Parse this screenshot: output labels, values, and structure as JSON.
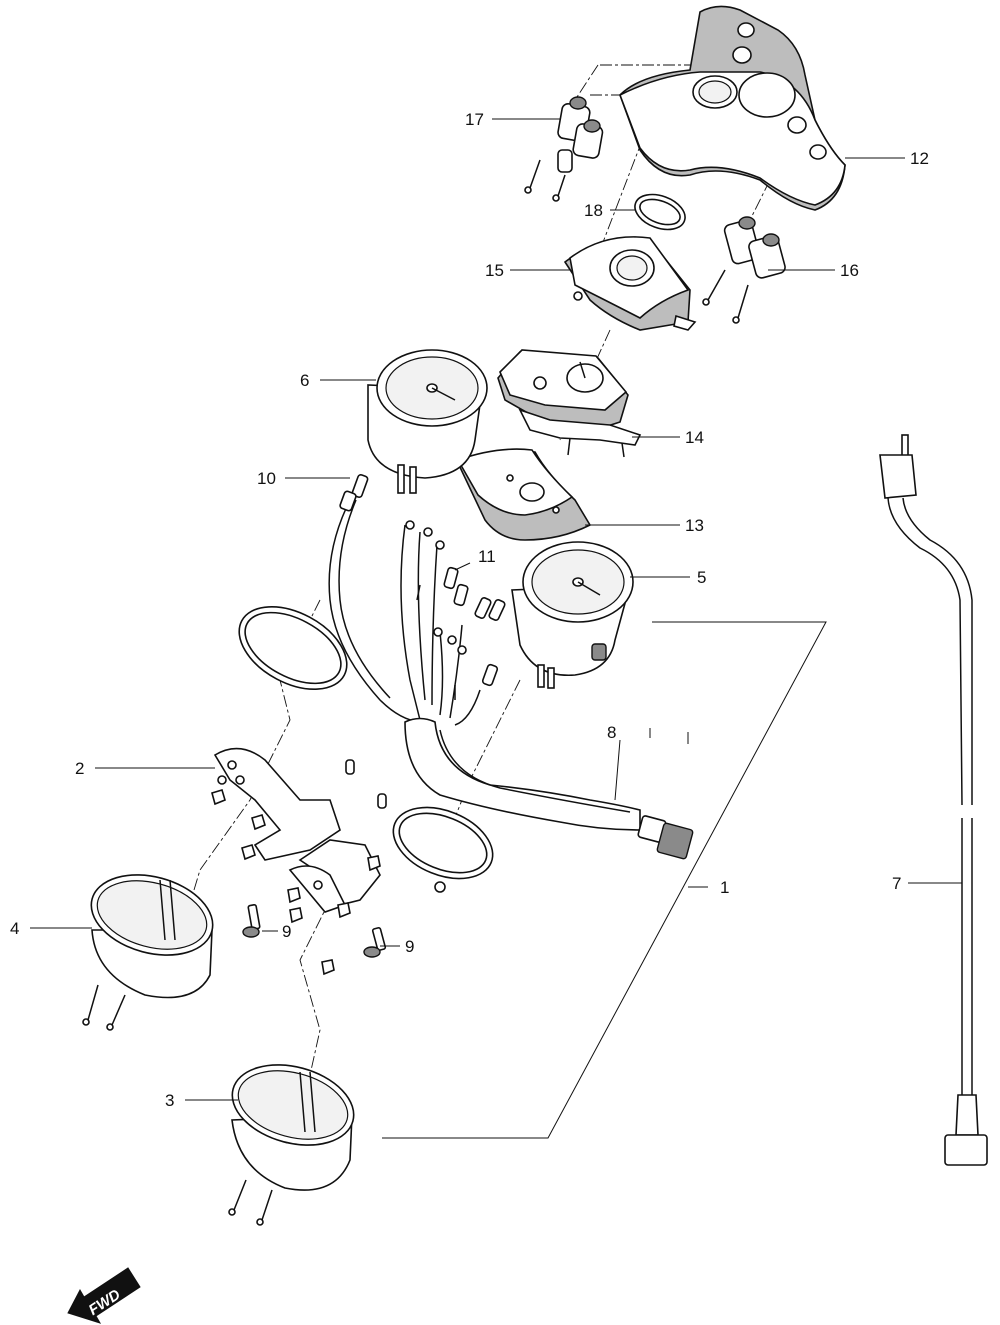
{
  "diagram": {
    "callouts": [
      {
        "label": "1"
      },
      {
        "label": "2"
      },
      {
        "label": "3"
      },
      {
        "label": "4"
      },
      {
        "label": "5"
      },
      {
        "label": "6"
      },
      {
        "label": "7"
      },
      {
        "label": "8"
      },
      {
        "label": "9"
      },
      {
        "label": "9"
      },
      {
        "label": "10"
      },
      {
        "label": "11"
      },
      {
        "label": "12"
      },
      {
        "label": "13"
      },
      {
        "label": "14"
      },
      {
        "label": "15"
      },
      {
        "label": "16"
      },
      {
        "label": "17"
      },
      {
        "label": "18"
      }
    ],
    "direction_badge": {
      "label": "FWD"
    }
  },
  "colors": {
    "line": "#111111",
    "shade": "#bdbdbd",
    "background": "#ffffff"
  }
}
